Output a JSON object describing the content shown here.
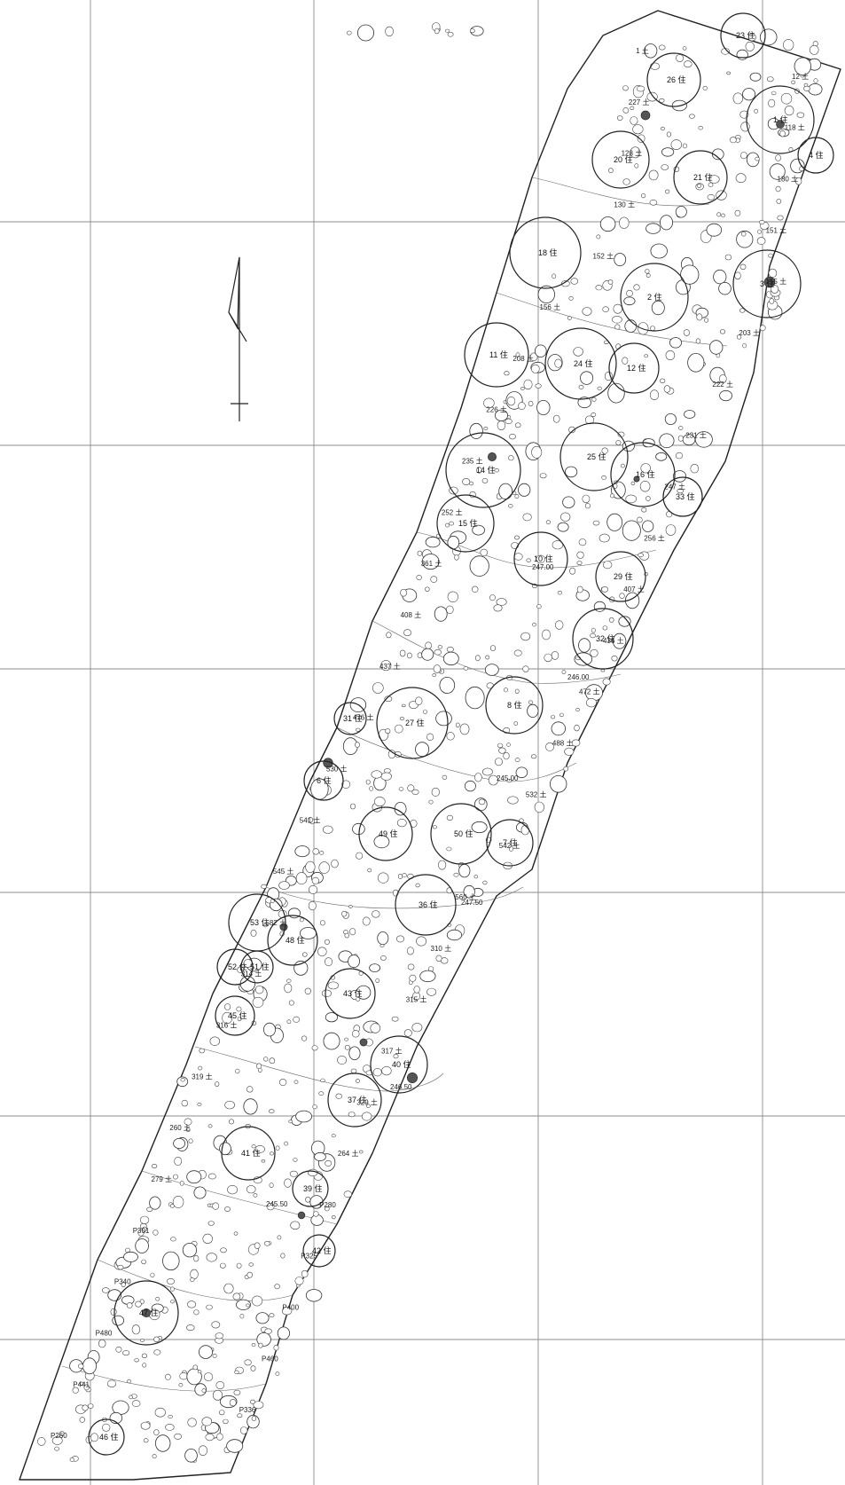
{
  "map": {
    "house_labels": [
      {
        "text": "23 住"
      },
      {
        "text": "26 住"
      },
      {
        "text": "1 住"
      },
      {
        "text": "4 住"
      },
      {
        "text": "20 住"
      },
      {
        "text": "21 住"
      },
      {
        "text": "3 住"
      },
      {
        "text": "18 住"
      },
      {
        "text": "2 住"
      },
      {
        "text": "11 住"
      },
      {
        "text": "24 住"
      },
      {
        "text": "12 住"
      },
      {
        "text": "14 住"
      },
      {
        "text": "25 住"
      },
      {
        "text": "16 住"
      },
      {
        "text": "33 住"
      },
      {
        "text": "15 住"
      },
      {
        "text": "10 住"
      },
      {
        "text": "29 住"
      },
      {
        "text": "32 住"
      },
      {
        "text": "27 住"
      },
      {
        "text": "8 住"
      },
      {
        "text": "31 住"
      },
      {
        "text": "6 住"
      },
      {
        "text": "49 住"
      },
      {
        "text": "50 住"
      },
      {
        "text": "7 住"
      },
      {
        "text": "53 住"
      },
      {
        "text": "48 住"
      },
      {
        "text": "36 住"
      },
      {
        "text": "51 住"
      },
      {
        "text": "52 住"
      },
      {
        "text": "45 住"
      },
      {
        "text": "43 住"
      },
      {
        "text": "40 住"
      },
      {
        "text": "37 住"
      },
      {
        "text": "41 住"
      },
      {
        "text": "39 住"
      },
      {
        "text": "42 住"
      },
      {
        "text": "47 住"
      },
      {
        "text": "46 住"
      }
    ],
    "pit_labels": [
      {
        "text": "1 土"
      },
      {
        "text": "12 土"
      },
      {
        "text": "227 土"
      },
      {
        "text": "118 土"
      },
      {
        "text": "128 土"
      },
      {
        "text": "180 土"
      },
      {
        "text": "130 土"
      },
      {
        "text": "151 土"
      },
      {
        "text": "152 土"
      },
      {
        "text": "155 土"
      },
      {
        "text": "156 土"
      },
      {
        "text": "203 土"
      },
      {
        "text": "208 土"
      },
      {
        "text": "222 土"
      },
      {
        "text": "226 土"
      },
      {
        "text": "231 土"
      },
      {
        "text": "235 土"
      },
      {
        "text": "247 土"
      },
      {
        "text": "252 土"
      },
      {
        "text": "256 土"
      },
      {
        "text": "361 土"
      },
      {
        "text": "407 土"
      },
      {
        "text": "408 土"
      },
      {
        "text": "436 土"
      },
      {
        "text": "437 土"
      },
      {
        "text": "472 土"
      },
      {
        "text": "476 土"
      },
      {
        "text": "488 土"
      },
      {
        "text": "530 土"
      },
      {
        "text": "532 土"
      },
      {
        "text": "541 土"
      },
      {
        "text": "542 土"
      },
      {
        "text": "545 土"
      },
      {
        "text": "560 土"
      },
      {
        "text": "582 土"
      },
      {
        "text": "310 土"
      },
      {
        "text": "314 土"
      },
      {
        "text": "315 土"
      },
      {
        "text": "316 土"
      },
      {
        "text": "317 土"
      },
      {
        "text": "319 土"
      },
      {
        "text": "329 土"
      },
      {
        "text": "260 土"
      },
      {
        "text": "264 土"
      },
      {
        "text": "279 土"
      },
      {
        "text": "P280"
      },
      {
        "text": "P301"
      },
      {
        "text": "P325"
      },
      {
        "text": "P340"
      },
      {
        "text": "P400"
      },
      {
        "text": "P480"
      },
      {
        "text": "P460"
      },
      {
        "text": "P441"
      },
      {
        "text": "P336"
      },
      {
        "text": "P260"
      }
    ],
    "contour_labels": [
      {
        "text": "247.00"
      },
      {
        "text": "246.00"
      },
      {
        "text": "245.00"
      },
      {
        "text": "247.50"
      },
      {
        "text": "246.50"
      },
      {
        "text": "245.50"
      }
    ]
  }
}
